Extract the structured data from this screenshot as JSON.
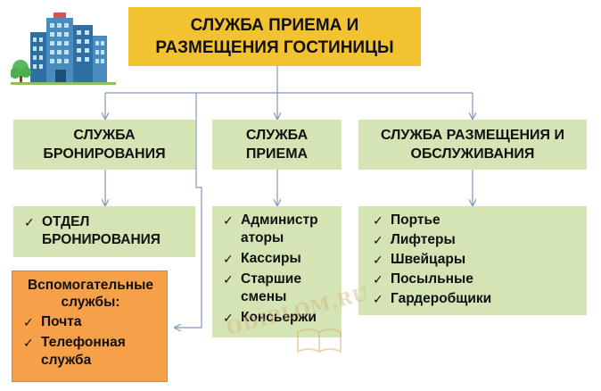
{
  "title": "СЛУЖБА ПРИЕМА И\nРАЗМЕЩЕНИЯ ГОСТИНИЦЫ",
  "departments": [
    {
      "label": "СЛУЖБА\nБРОНИРОВАНИЯ",
      "items": [
        "ОТДЕЛ\nБРОНИРОВАНИЯ"
      ]
    },
    {
      "label": "СЛУЖБА\nПРИЕМА",
      "items": [
        "Администр\nаторы",
        "Кассиры",
        "Старшие\nсмены",
        "Консьержи"
      ]
    },
    {
      "label": "СЛУЖБА РАЗМЕЩЕНИЯ И\nОБСЛУЖИВАНИЯ",
      "items": [
        "Портье",
        "Лифтеры",
        "Швейцары",
        "Посыльные",
        "Гардеробщики"
      ]
    }
  ],
  "auxiliary": {
    "title": "Вспомогательные\nслужбы:",
    "items": [
      "Почта",
      "Телефонная\nслужба"
    ]
  },
  "watermark": "ODIPLOM.RU",
  "colors": {
    "title_bg": "#f2c230",
    "dept_bg": "#d4e4b4",
    "aux_bg": "#f6a04a",
    "connector": "#7f98b8"
  },
  "icons": [
    "hotel-building-icon",
    "tree-icon",
    "book-icon"
  ]
}
